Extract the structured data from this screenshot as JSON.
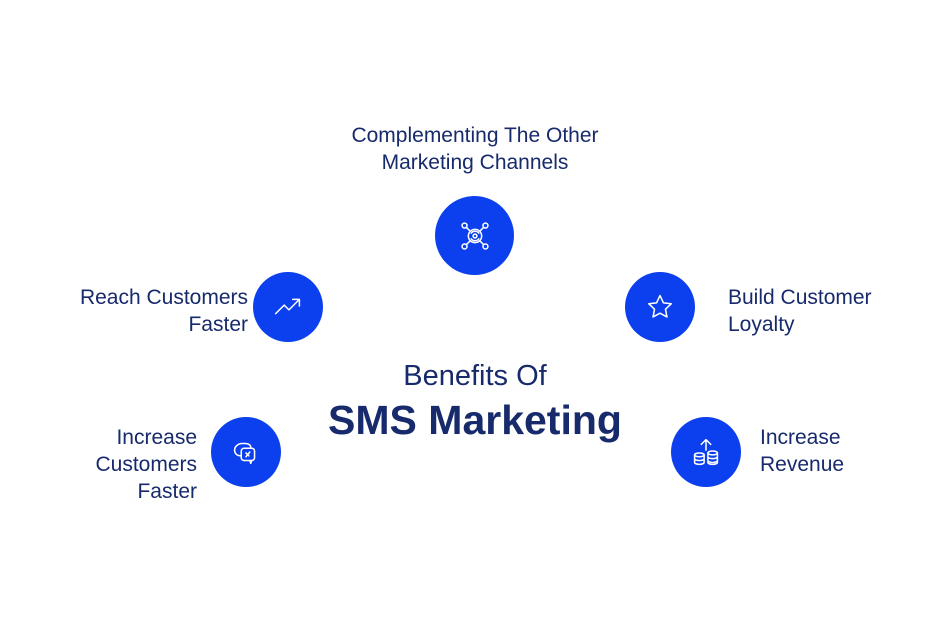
{
  "title": {
    "line1": "Benefits Of",
    "line2": "SMS Marketing"
  },
  "benefits": [
    {
      "line1": "Complementing The Other",
      "line2": "Marketing Channels",
      "icon": "network-hub-icon"
    },
    {
      "line1": "Reach Customers",
      "line2": "Faster",
      "icon": "trend-up-icon"
    },
    {
      "line1": "Build Customer",
      "line2": "Loyalty",
      "icon": "star-icon"
    },
    {
      "line1": "Increase",
      "line2": "Customers",
      "line3": "Faster",
      "icon": "chat-bubbles-icon"
    },
    {
      "line1": "Increase",
      "line2": "Revenue",
      "icon": "coins-arrow-up-icon"
    }
  ],
  "colors": {
    "accent": "#0c40ef",
    "text": "#172a6b"
  }
}
